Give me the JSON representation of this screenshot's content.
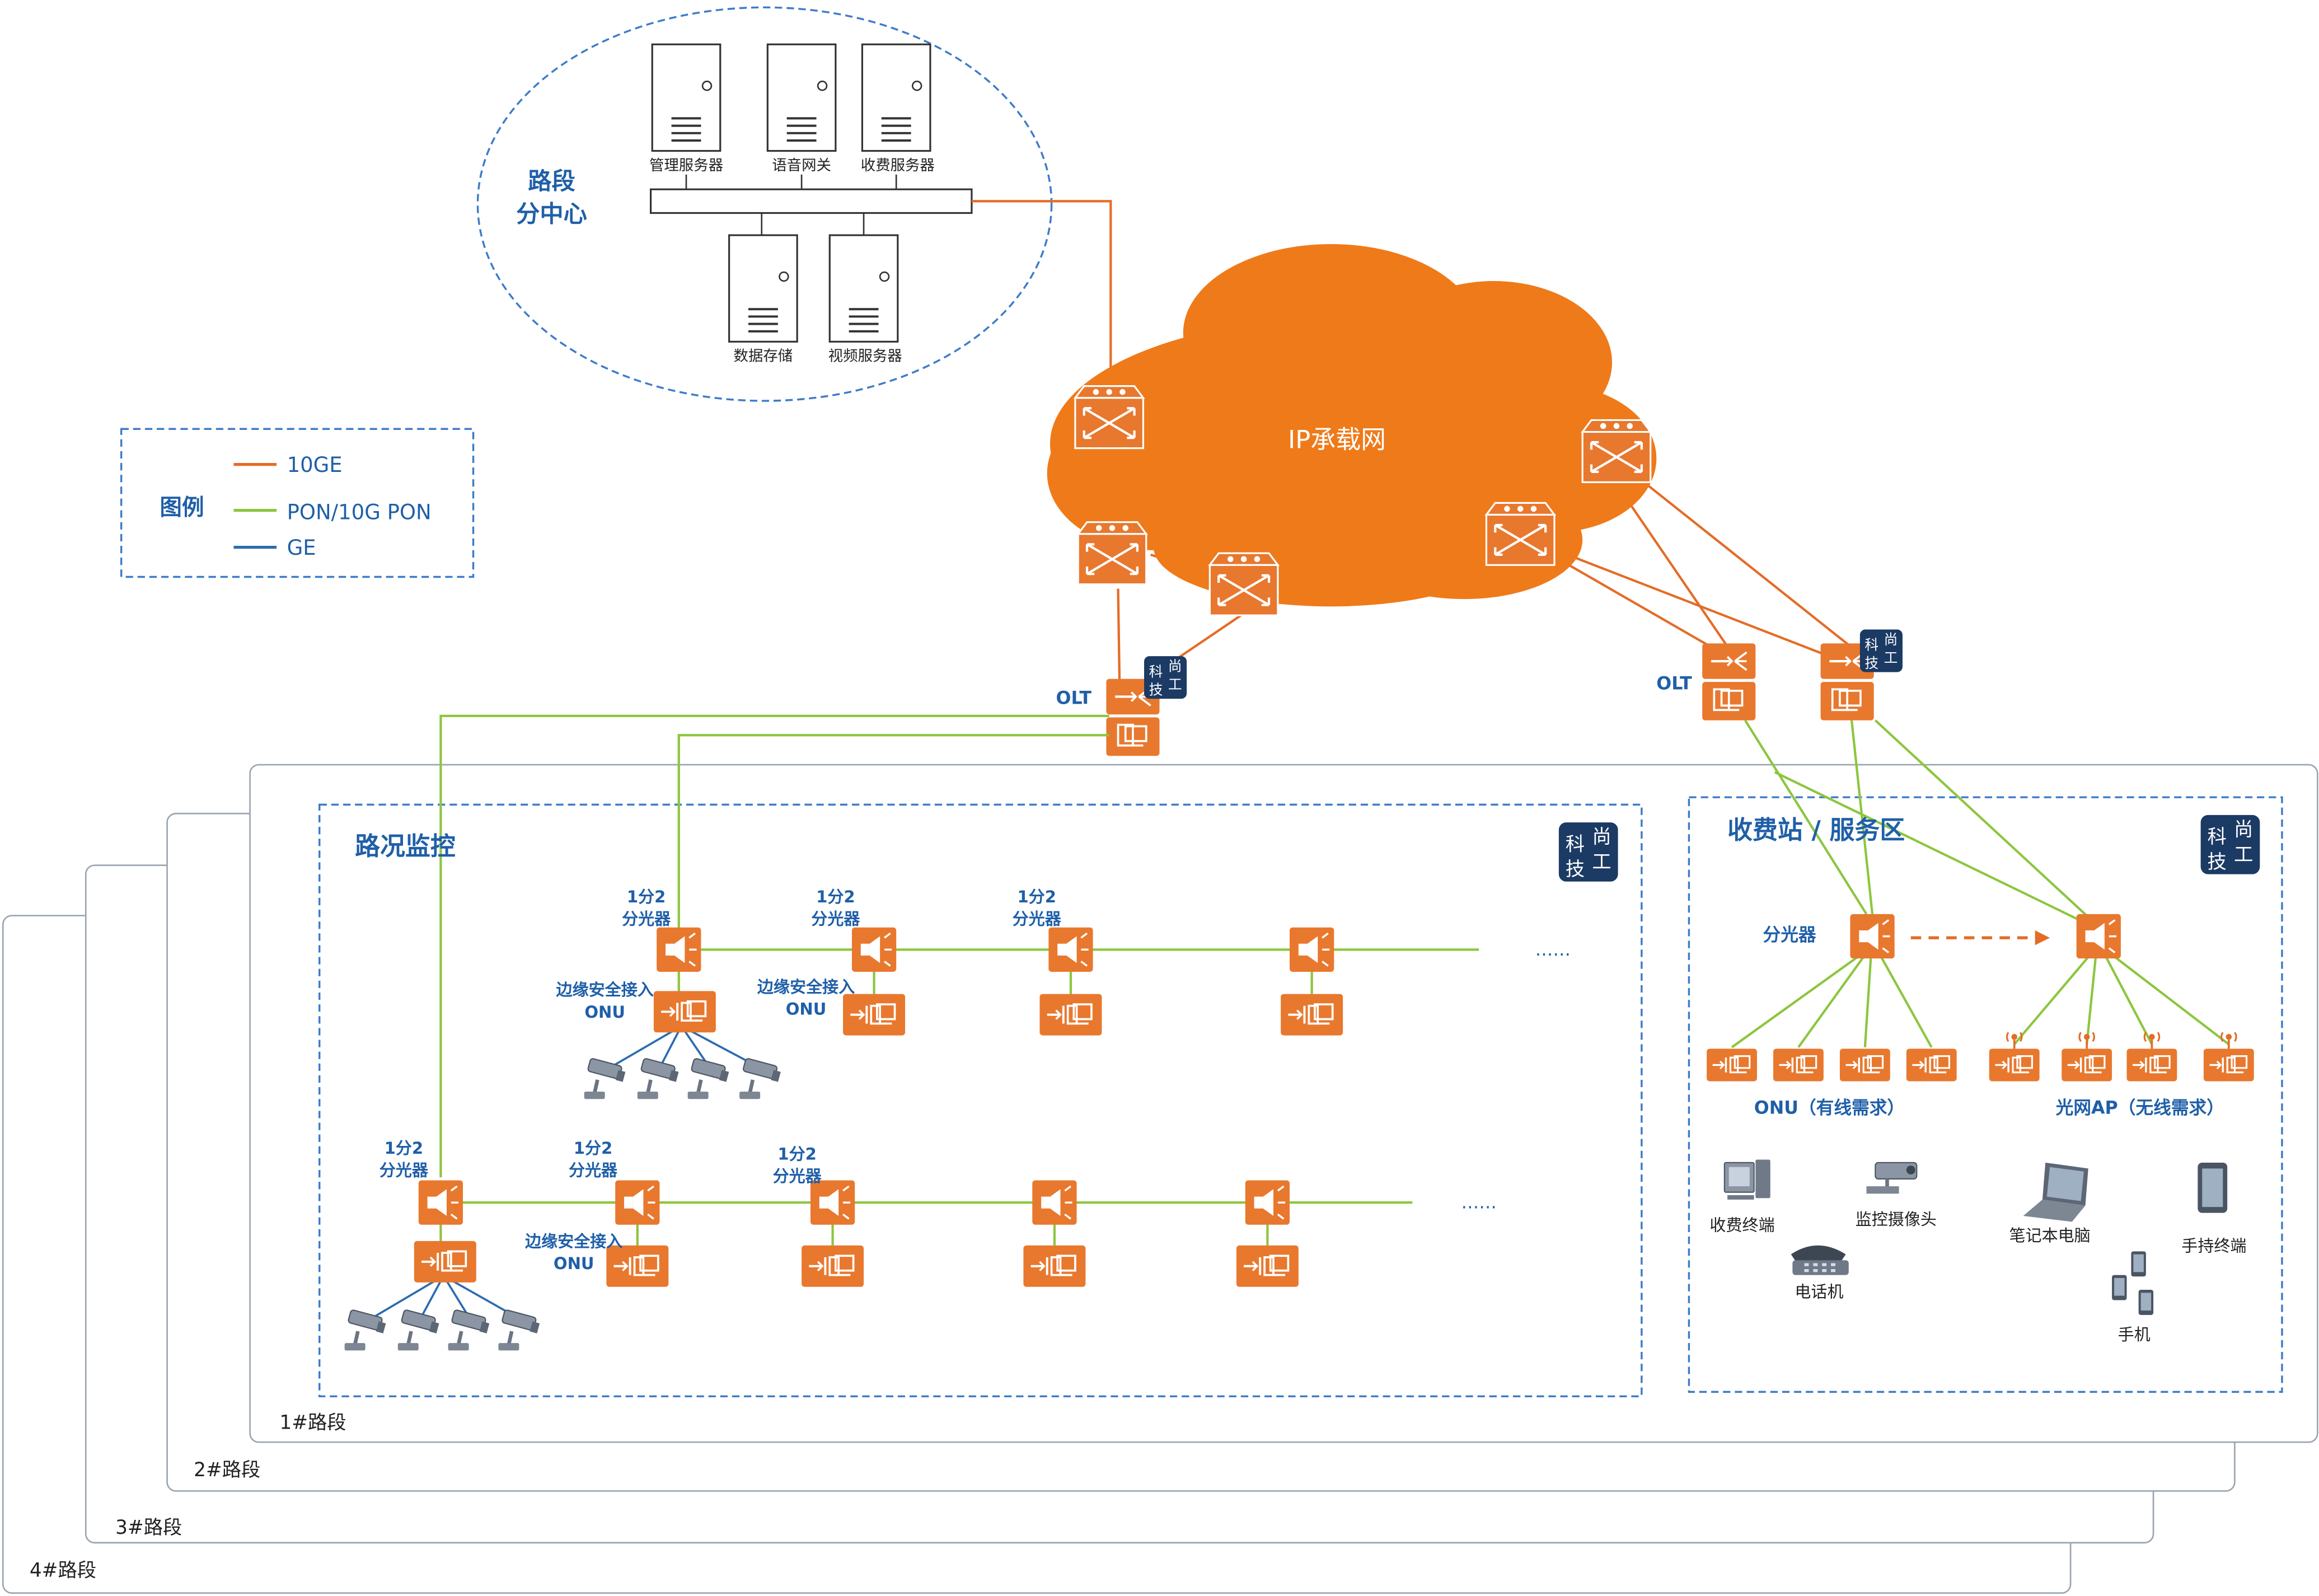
{
  "colors": {
    "orange": "#e46c27",
    "cloud": "#ef7a1a",
    "green": "#8cc63f",
    "blue_line": "#2b6cb0",
    "label_blue": "#1f5fa8",
    "logo_navy": "#1b3a64"
  },
  "center": {
    "title_line1": "路段",
    "title_line2": "分中心",
    "servers": {
      "mgmt": "管理服务器",
      "voice": "语音网关",
      "billing": "收费服务器",
      "storage": "数据存储",
      "video": "视频服务器"
    }
  },
  "legend": {
    "title": "图例",
    "items": [
      {
        "label": "10GE",
        "color": "#e46c27"
      },
      {
        "label": "PON/10G PON",
        "color": "#8cc63f"
      },
      {
        "label": "GE",
        "color": "#2b6cb0"
      }
    ]
  },
  "cloud": {
    "label": "IP承载网"
  },
  "olt_left": "OLT",
  "olt_right": "OLT",
  "logo": {
    "chars": [
      "科",
      "技",
      "尚",
      "工"
    ]
  },
  "monitor": {
    "title": "路况监控",
    "splitter_line1": "1分2",
    "splitter_line2": "分光器",
    "onu_line1": "边缘安全接入",
    "onu_line2": "ONU",
    "ellipsis": "……"
  },
  "toll": {
    "title": "收费站 / 服务区",
    "splitter": "分光器",
    "onu_caption": "ONU（有线需求）",
    "ap_caption": "光网AP（无线需求）",
    "terminals": {
      "billing_terminal": "收费终端",
      "camera": "监控摄像头",
      "laptop": "笔记本电脑",
      "handheld": "手持终端",
      "phone": "电话机",
      "mobile": "手机"
    }
  },
  "segments": [
    "1#路段",
    "2#路段",
    "3#路段",
    "4#路段"
  ]
}
